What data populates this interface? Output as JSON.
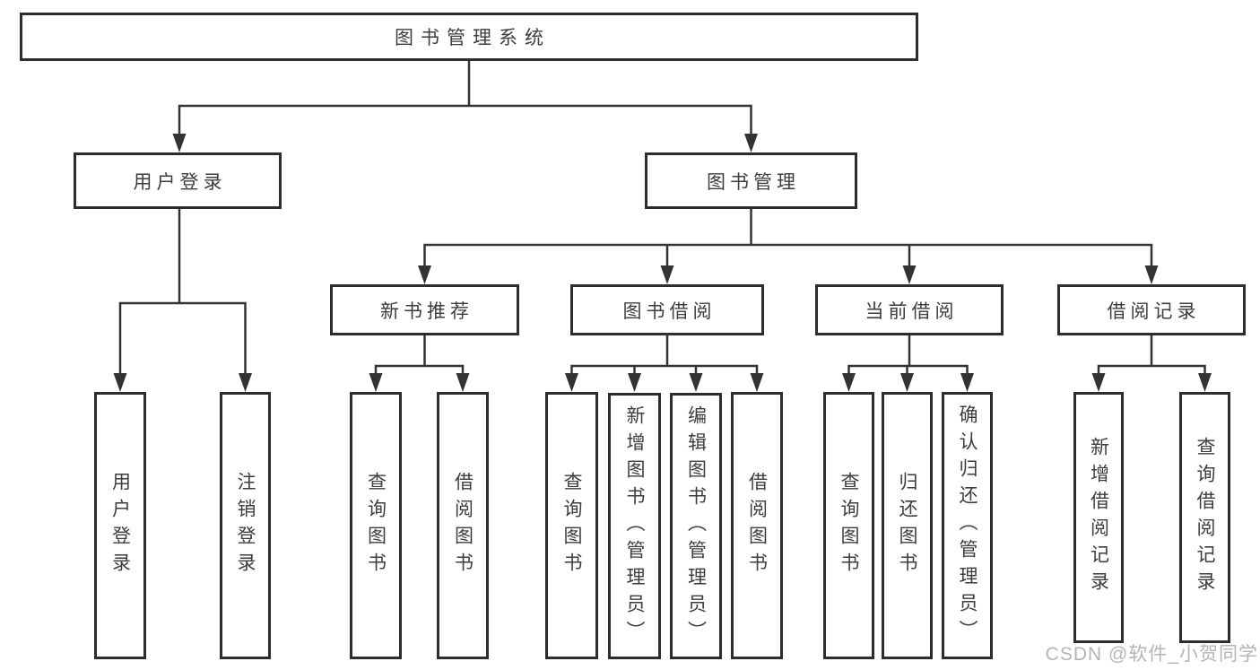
{
  "tree": {
    "label": "图书管理系统",
    "children": [
      {
        "label": "用户登录",
        "children": [
          {
            "label": "用户登录"
          },
          {
            "label": "注销登录"
          }
        ]
      },
      {
        "label": "图书管理",
        "children": [
          {
            "label": "新书推荐",
            "children": [
              {
                "label": "查询图书"
              },
              {
                "label": "借阅图书"
              }
            ]
          },
          {
            "label": "图书借阅",
            "children": [
              {
                "label": "查询图书"
              },
              {
                "label": "新增图书（管理员）"
              },
              {
                "label": "编辑图书（管理员）"
              },
              {
                "label": "借阅图书"
              }
            ]
          },
          {
            "label": "当前借阅",
            "children": [
              {
                "label": "查询图书"
              },
              {
                "label": "归还图书"
              },
              {
                "label": "确认归还（管理员）"
              }
            ]
          },
          {
            "label": "借阅记录",
            "children": [
              {
                "label": "新增借阅记录"
              },
              {
                "label": "查询借阅记录"
              }
            ]
          }
        ]
      }
    ]
  },
  "watermark": "CSDN @软件_小贺同学",
  "colors": {
    "line": "#333333",
    "box_border": "#2d2d2d",
    "text": "#3d3d3d",
    "watermark": "#b5b5b5",
    "background": "#ffffff"
  }
}
